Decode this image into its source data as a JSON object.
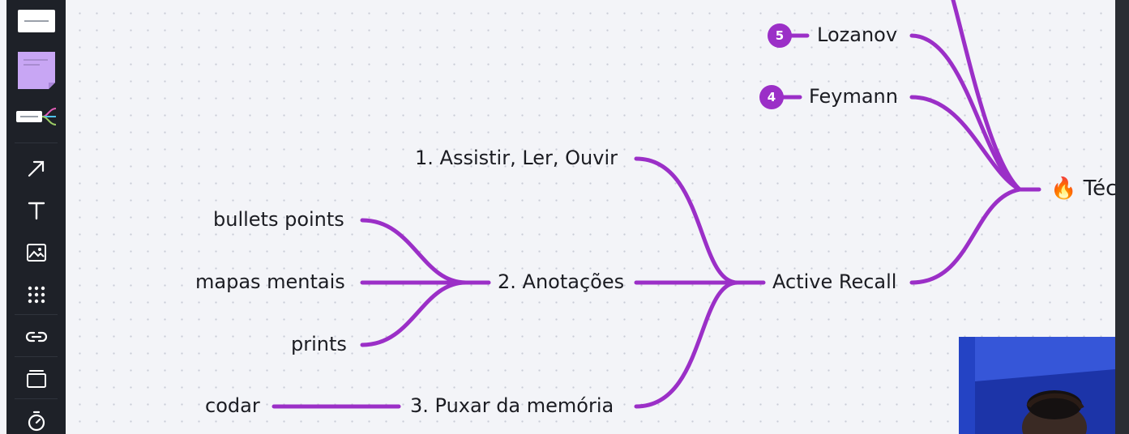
{
  "toolbar": {
    "tools": [
      {
        "name": "template-tool",
        "icon": "template-card-icon"
      },
      {
        "name": "sticky-note-tool",
        "icon": "sticky-note-icon"
      },
      {
        "name": "mind-map-tool",
        "icon": "mind-map-icon"
      },
      {
        "name": "arrow-tool",
        "icon": "arrow-icon"
      },
      {
        "name": "text-tool",
        "icon": "text-icon"
      },
      {
        "name": "image-tool",
        "icon": "image-icon"
      },
      {
        "name": "apps-tool",
        "icon": "grid-icon"
      },
      {
        "name": "link-tool",
        "icon": "link-icon"
      },
      {
        "name": "frame-tool",
        "icon": "frame-icon"
      },
      {
        "name": "timer-tool",
        "icon": "timer-icon"
      }
    ]
  },
  "mindmap": {
    "root": {
      "emoji": "🔥",
      "label": "Téc"
    },
    "technique_5": {
      "badge": "5",
      "label": "Lozanov"
    },
    "technique_4": {
      "badge": "4",
      "label": "Feymann"
    },
    "active_recall": "Active Recall",
    "step1": "1. Assistir, Ler, Ouvir",
    "step2": "2. Anotações",
    "step3": "3.  Puxar da memória",
    "notes": [
      "bullets points",
      "mapas mentais",
      "prints"
    ],
    "memory": [
      "codar"
    ]
  },
  "colors": {
    "branch": "#9b2fc7",
    "toolbar_bg": "#1e2128",
    "canvas_bg": "#f3f4f8",
    "sticky": "#c8a6f4"
  }
}
